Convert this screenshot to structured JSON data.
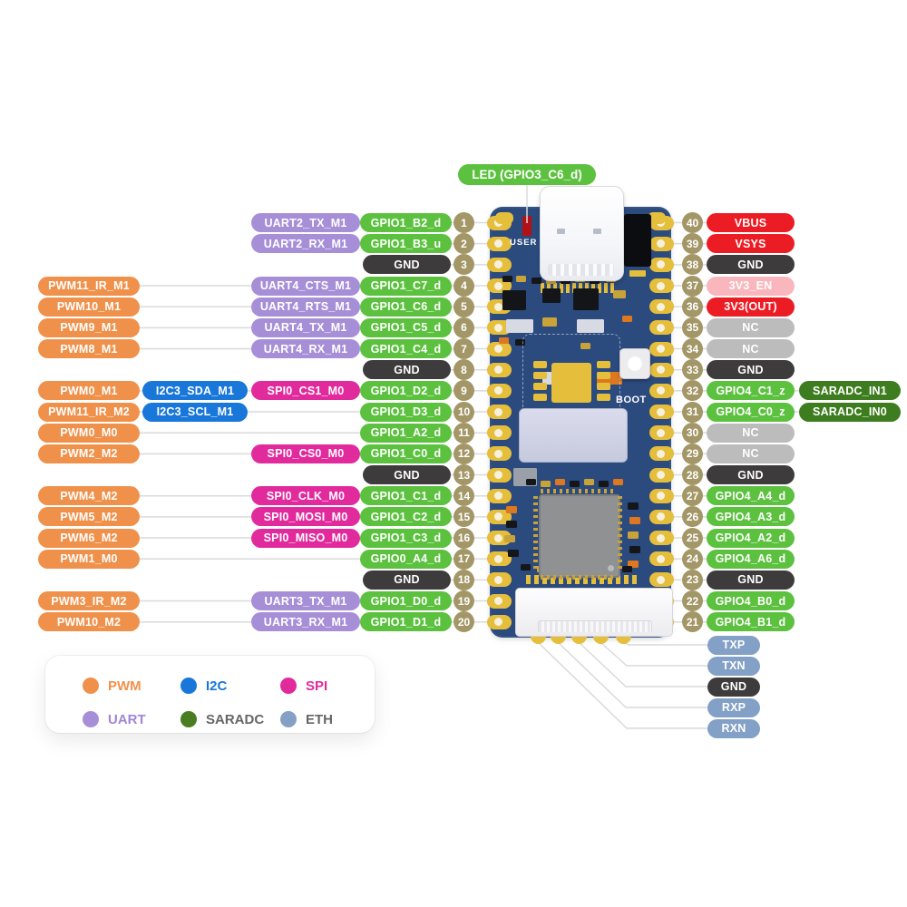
{
  "led_label": {
    "text": "LED (GPIO3_C6_d)",
    "type": "gpio"
  },
  "board": {
    "user_led_label": "USER",
    "boot_label": "BOOT"
  },
  "pin_types": {
    "pwm": "#F0914B",
    "uart": "#A78FD8",
    "i2c": "#1877D9",
    "spi": "#E12B9D",
    "gpio": "#5CC13F",
    "gnd": "#3E3B3C",
    "power": "#EC1C24",
    "power_en": "#F9B7BD",
    "nc": "#BDBCBD",
    "saradc": "#3E7D1F",
    "eth": "#83A0C6"
  },
  "colors": {
    "line": "#DADADA",
    "board": "#2B4A7D",
    "pad_gold": "#E5BE3C",
    "pad_hole": "#F6F0DE",
    "pin_circle": "#A39768",
    "background": "#FFFFFF",
    "legend_muted_text": "#666666"
  },
  "left_pins": [
    {
      "num": 1,
      "labels": [
        {
          "text": "UART2_TX_M1",
          "type": "uart"
        },
        {
          "text": "GPIO1_B2_d",
          "type": "gpio"
        }
      ]
    },
    {
      "num": 2,
      "labels": [
        {
          "text": "UART2_RX_M1",
          "type": "uart"
        },
        {
          "text": "GPIO1_B3_u",
          "type": "gpio"
        }
      ]
    },
    {
      "num": 3,
      "labels": [
        {
          "text": "GND",
          "type": "gnd"
        }
      ]
    },
    {
      "num": 4,
      "labels": [
        {
          "text": "PWM11_IR_M1",
          "type": "pwm"
        },
        {
          "text": "UART4_CTS_M1",
          "type": "uart"
        },
        {
          "text": "GPIO1_C7_d",
          "type": "gpio"
        }
      ]
    },
    {
      "num": 5,
      "labels": [
        {
          "text": "PWM10_M1",
          "type": "pwm"
        },
        {
          "text": "UART4_RTS_M1",
          "type": "uart"
        },
        {
          "text": "GPIO1_C6_d",
          "type": "gpio"
        }
      ]
    },
    {
      "num": 6,
      "labels": [
        {
          "text": "PWM9_M1",
          "type": "pwm"
        },
        {
          "text": "UART4_TX_M1",
          "type": "uart"
        },
        {
          "text": "GPIO1_C5_d",
          "type": "gpio"
        }
      ]
    },
    {
      "num": 7,
      "labels": [
        {
          "text": "PWM8_M1",
          "type": "pwm"
        },
        {
          "text": "UART4_RX_M1",
          "type": "uart"
        },
        {
          "text": "GPIO1_C4_d",
          "type": "gpio"
        }
      ]
    },
    {
      "num": 8,
      "labels": [
        {
          "text": "GND",
          "type": "gnd"
        }
      ]
    },
    {
      "num": 9,
      "labels": [
        {
          "text": "PWM0_M1",
          "type": "pwm"
        },
        {
          "text": "I2C3_SDA_M1",
          "type": "i2c"
        },
        {
          "text": "SPI0_CS1_M0",
          "type": "spi"
        },
        {
          "text": "GPIO1_D2_d",
          "type": "gpio"
        }
      ]
    },
    {
      "num": 10,
      "labels": [
        {
          "text": "PWM11_IR_M2",
          "type": "pwm"
        },
        {
          "text": "I2C3_SCL_M1",
          "type": "i2c"
        },
        {
          "text": "GPIO1_D3_d",
          "type": "gpio"
        }
      ]
    },
    {
      "num": 11,
      "labels": [
        {
          "text": "PWM0_M0",
          "type": "pwm"
        },
        {
          "text": "GPIO1_A2_d",
          "type": "gpio"
        }
      ]
    },
    {
      "num": 12,
      "labels": [
        {
          "text": "PWM2_M2",
          "type": "pwm"
        },
        {
          "text": "SPI0_CS0_M0",
          "type": "spi"
        },
        {
          "text": "GPIO1_C0_d",
          "type": "gpio"
        }
      ]
    },
    {
      "num": 13,
      "labels": [
        {
          "text": "GND",
          "type": "gnd"
        }
      ]
    },
    {
      "num": 14,
      "labels": [
        {
          "text": "PWM4_M2",
          "type": "pwm"
        },
        {
          "text": "SPI0_CLK_M0",
          "type": "spi"
        },
        {
          "text": "GPIO1_C1_d",
          "type": "gpio"
        }
      ]
    },
    {
      "num": 15,
      "labels": [
        {
          "text": "PWM5_M2",
          "type": "pwm"
        },
        {
          "text": "SPI0_MOSI_M0",
          "type": "spi"
        },
        {
          "text": "GPIO1_C2_d",
          "type": "gpio"
        }
      ]
    },
    {
      "num": 16,
      "labels": [
        {
          "text": "PWM6_M2",
          "type": "pwm"
        },
        {
          "text": "SPI0_MISO_M0",
          "type": "spi"
        },
        {
          "text": "GPIO1_C3_d",
          "type": "gpio"
        }
      ]
    },
    {
      "num": 17,
      "labels": [
        {
          "text": "PWM1_M0",
          "type": "pwm"
        },
        {
          "text": "GPIO0_A4_d",
          "type": "gpio"
        }
      ]
    },
    {
      "num": 18,
      "labels": [
        {
          "text": "GND",
          "type": "gnd"
        }
      ]
    },
    {
      "num": 19,
      "labels": [
        {
          "text": "PWM3_IR_M2",
          "type": "pwm"
        },
        {
          "text": "UART3_TX_M1",
          "type": "uart"
        },
        {
          "text": "GPIO1_D0_d",
          "type": "gpio"
        }
      ]
    },
    {
      "num": 20,
      "labels": [
        {
          "text": "PWM10_M2",
          "type": "pwm"
        },
        {
          "text": "UART3_RX_M1",
          "type": "uart"
        },
        {
          "text": "GPIO1_D1_d",
          "type": "gpio"
        }
      ]
    }
  ],
  "right_pins": [
    {
      "num": 40,
      "labels": [
        {
          "text": "VBUS",
          "type": "power"
        }
      ]
    },
    {
      "num": 39,
      "labels": [
        {
          "text": "VSYS",
          "type": "power"
        }
      ]
    },
    {
      "num": 38,
      "labels": [
        {
          "text": "GND",
          "type": "gnd"
        }
      ]
    },
    {
      "num": 37,
      "labels": [
        {
          "text": "3V3_EN",
          "type": "power_en"
        }
      ]
    },
    {
      "num": 36,
      "labels": [
        {
          "text": "3V3(OUT)",
          "type": "power"
        }
      ]
    },
    {
      "num": 35,
      "labels": [
        {
          "text": "NC",
          "type": "nc"
        }
      ]
    },
    {
      "num": 34,
      "labels": [
        {
          "text": "NC",
          "type": "nc"
        }
      ]
    },
    {
      "num": 33,
      "labels": [
        {
          "text": "GND",
          "type": "gnd"
        }
      ]
    },
    {
      "num": 32,
      "labels": [
        {
          "text": "GPIO4_C1_z",
          "type": "gpio"
        },
        {
          "text": "SARADC_IN1",
          "type": "saradc"
        }
      ]
    },
    {
      "num": 31,
      "labels": [
        {
          "text": "GPIO4_C0_z",
          "type": "gpio"
        },
        {
          "text": "SARADC_IN0",
          "type": "saradc"
        }
      ]
    },
    {
      "num": 30,
      "labels": [
        {
          "text": "NC",
          "type": "nc"
        }
      ]
    },
    {
      "num": 29,
      "labels": [
        {
          "text": "NC",
          "type": "nc"
        }
      ]
    },
    {
      "num": 28,
      "labels": [
        {
          "text": "GND",
          "type": "gnd"
        }
      ]
    },
    {
      "num": 27,
      "labels": [
        {
          "text": "GPIO4_A4_d",
          "type": "gpio"
        }
      ]
    },
    {
      "num": 26,
      "labels": [
        {
          "text": "GPIO4_A3_d",
          "type": "gpio"
        }
      ]
    },
    {
      "num": 25,
      "labels": [
        {
          "text": "GPIO4_A2_d",
          "type": "gpio"
        }
      ]
    },
    {
      "num": 24,
      "labels": [
        {
          "text": "GPIO4_A6_d",
          "type": "gpio"
        }
      ]
    },
    {
      "num": 23,
      "labels": [
        {
          "text": "GND",
          "type": "gnd"
        }
      ]
    },
    {
      "num": 22,
      "labels": [
        {
          "text": "GPIO4_B0_d",
          "type": "gpio"
        }
      ]
    },
    {
      "num": 21,
      "labels": [
        {
          "text": "GPIO4_B1_d",
          "type": "gpio"
        }
      ]
    }
  ],
  "eth_pins": [
    {
      "text": "TXP",
      "type": "eth"
    },
    {
      "text": "TXN",
      "type": "eth"
    },
    {
      "text": "GND",
      "type": "gnd"
    },
    {
      "text": "RXP",
      "type": "eth"
    },
    {
      "text": "RXN",
      "type": "eth"
    }
  ],
  "legend": {
    "items": [
      {
        "label": "PWM",
        "color": "#F0914B",
        "text_color": "#F0914B"
      },
      {
        "label": "I2C",
        "color": "#1877D9",
        "text_color": "#1877D9"
      },
      {
        "label": "SPI",
        "color": "#E12B9D",
        "text_color": "#E12B9D"
      },
      {
        "label": "UART",
        "color": "#A78FD8",
        "text_color": "#9F86D6"
      },
      {
        "label": "SARADC",
        "color": "#4A7D1F",
        "text_color": "#666666"
      },
      {
        "label": "ETH",
        "color": "#84A0C5",
        "text_color": "#666666"
      }
    ]
  }
}
